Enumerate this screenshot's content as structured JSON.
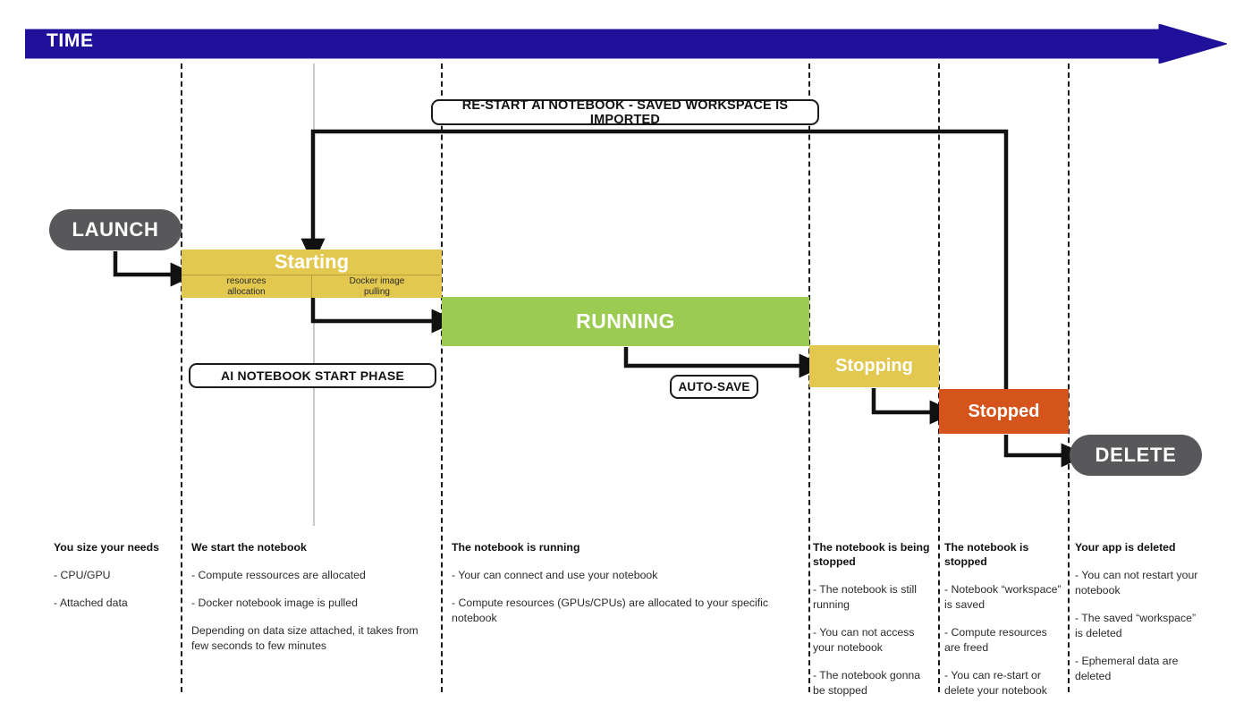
{
  "banner": {
    "label": "TIME",
    "color": "#1f1199"
  },
  "annotations": {
    "restart": "RE-START AI NOTEBOOK - SAVED WORKSPACE IS IMPORTED",
    "start_phase": "AI NOTEBOOK START PHASE",
    "auto_save": "AUTO-SAVE"
  },
  "terminals": {
    "launch": "LAUNCH",
    "delete": "DELETE",
    "color": "#58585b"
  },
  "states": [
    {
      "id": "starting",
      "label": "Starting",
      "color": "#e3c84f",
      "sub_labels": [
        "resources\nallocation",
        "Docker image\npulling"
      ]
    },
    {
      "id": "running",
      "label": "RUNNING",
      "color": "#9bcc51"
    },
    {
      "id": "stopping",
      "label": "Stopping",
      "color": "#e3c84f"
    },
    {
      "id": "stopped",
      "label": "Stopped",
      "color": "#d4541b"
    }
  ],
  "columns": [
    {
      "title": "You size your needs",
      "items": [
        "- CPU/GPU",
        "- Attached data"
      ]
    },
    {
      "title": "We start the notebook",
      "items": [
        "- Compute ressources are allocated",
        "- Docker notebook image is pulled",
        "Depending on data size attached, it takes from few seconds to few minutes"
      ]
    },
    {
      "title": "The notebook is running",
      "items": [
        "- Your can connect and use your notebook",
        "- Compute resources (GPUs/CPUs) are allocated to your specific notebook"
      ]
    },
    {
      "title": "The notebook is being stopped",
      "items": [
        "- The notebook is still running",
        "- You can not access your notebook",
        "- The notebook gonna be stopped"
      ]
    },
    {
      "title": "The notebook is stopped",
      "items": [
        "- Notebook “workspace” is saved",
        "- Compute resources are freed",
        "- You can re-start or delete your notebook"
      ]
    },
    {
      "title": "Your app is deleted",
      "items": [
        "- You can not restart your notebook",
        "- The saved “workspace” is deleted",
        "- Ephemeral data are deleted"
      ]
    }
  ]
}
